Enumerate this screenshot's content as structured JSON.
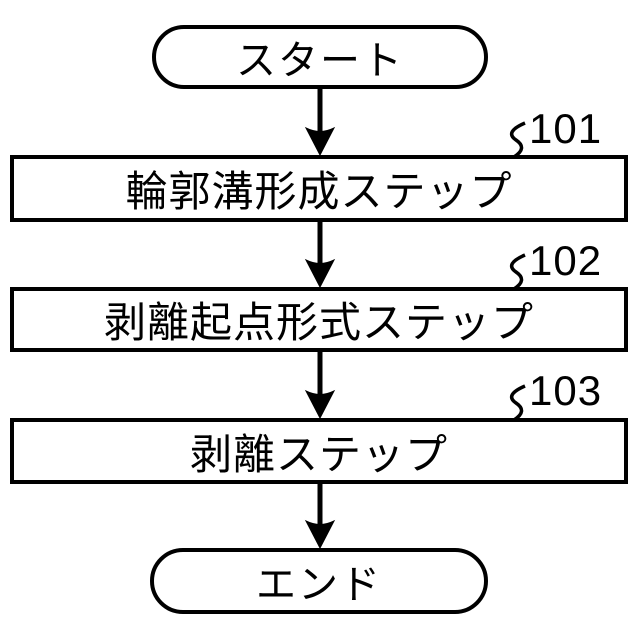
{
  "diagram": {
    "type": "flowchart",
    "language": "ja",
    "start": {
      "label": "スタート"
    },
    "end": {
      "label": "エンド"
    },
    "steps": [
      {
        "label": "輪郭溝形成ステップ",
        "ref": "101"
      },
      {
        "label": "剥離起点形式ステップ",
        "ref": "102"
      },
      {
        "label": "剥離ステップ",
        "ref": "103"
      }
    ],
    "flow_order": [
      "start",
      "101",
      "102",
      "103",
      "end"
    ],
    "colors": {
      "line": "#000000",
      "background": "#ffffff",
      "text": "#000000"
    }
  }
}
